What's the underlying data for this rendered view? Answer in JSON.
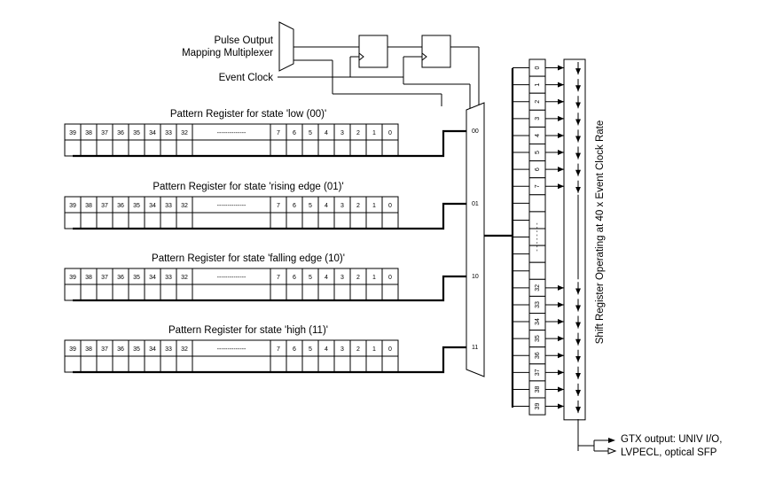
{
  "labels": {
    "mux_title_line1": "Pulse Output",
    "mux_title_line2": "Mapping Multiplexer",
    "event_clock": "Event Clock",
    "shift_register": "Shift Register Operating at 40 x Event Clock Rate",
    "output_line1": "GTX output: UNIV I/O,",
    "output_line2": "LVPECL, optical SFP"
  },
  "registers": [
    {
      "title": "Pattern Register for state 'low (00)'",
      "mux_input": "00"
    },
    {
      "title": "Pattern Register for state 'rising edge (01)'",
      "mux_input": "01"
    },
    {
      "title": "Pattern Register for state 'falling edge (10)'",
      "mux_input": "10"
    },
    {
      "title": "Pattern Register for state 'high (11)'",
      "mux_input": "11"
    }
  ],
  "register_bits": [
    "39",
    "38",
    "37",
    "36",
    "35",
    "34",
    "33",
    "32",
    "--------------",
    "7",
    "6",
    "5",
    "4",
    "3",
    "2",
    "1",
    "0"
  ],
  "shift_bits_top": [
    "0",
    "1",
    "2",
    "3",
    "4",
    "5",
    "6",
    "7"
  ],
  "shift_bits_gap": "- - - - - - - -",
  "shift_bits_bottom": [
    "32",
    "33",
    "34",
    "35",
    "36",
    "37",
    "38",
    "39"
  ]
}
